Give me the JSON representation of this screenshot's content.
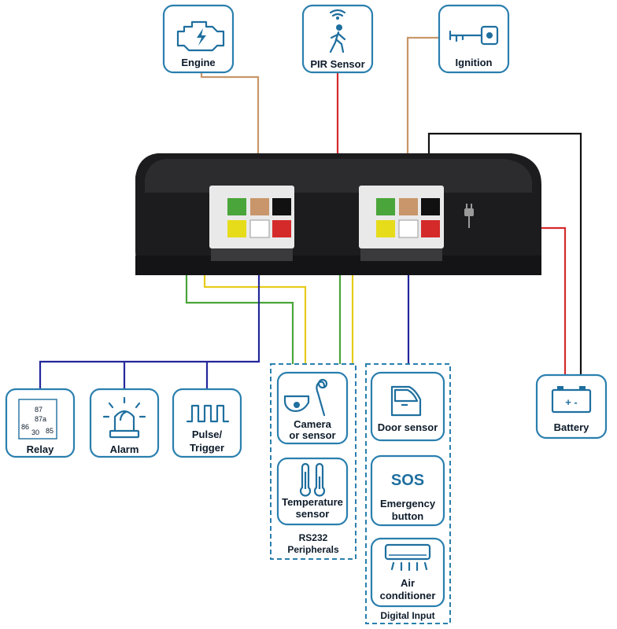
{
  "inputs_top": {
    "engine": "Engine",
    "pir": "PIR Sensor",
    "ignition": "Ignition"
  },
  "peripherals": {
    "relay": "Relay",
    "relay_pins": [
      "87",
      "87a",
      "86",
      "30",
      "85"
    ],
    "alarm": "Alarm",
    "pulse_line1": "Pulse/",
    "pulse_line2": "Trigger",
    "camera_line1": "Camera",
    "camera_line2": "or sensor",
    "temp_line1": "Temperature",
    "temp_line2": "sensor",
    "rs232_line1": "RS232",
    "rs232_line2": "Peripherals",
    "door": "Door sensor",
    "sos": "SOS",
    "emergency_line1": "Emergency",
    "emergency_line2": "button",
    "ac_line1": "Air",
    "ac_line2": "conditioner",
    "digital_input": "Digital Input",
    "battery": "Battery",
    "battery_symbols": "+ -"
  },
  "wire_colors": {
    "brown": "#c8966a",
    "red": "#d42a2a",
    "black": "#111111",
    "green": "#4aa53a",
    "yellow": "#e6cc1a",
    "blue": "#23279a",
    "accent": "#2a7fae"
  }
}
